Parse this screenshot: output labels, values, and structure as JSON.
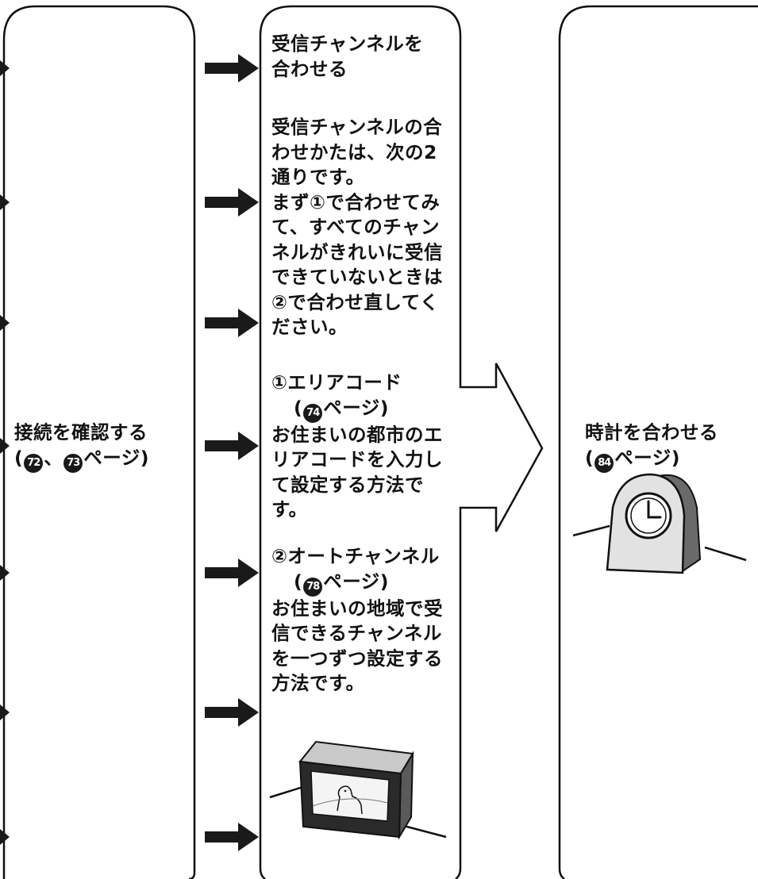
{
  "left_box": {
    "line1": "接続を確認する",
    "line2_open": "(",
    "page_a": "72",
    "line2_sep": "、",
    "page_b": "73",
    "line2_close": "ページ)"
  },
  "middle_box": {
    "title_lines": [
      "受信チャンネルを",
      "合わせる"
    ],
    "intro_lines": [
      "受信チャンネルの合",
      "わせかたは、次の2",
      "通りです。",
      "まず①で合わせてみ",
      "て、すべてのチャン",
      "ネルがきれいに受信",
      "できていないときは",
      "②で合わせ直してく",
      "ださい。"
    ],
    "option1": {
      "heading": "①エリアコード",
      "ref_open": "(",
      "page": "74",
      "ref_close": "ページ)",
      "lines": [
        "お住まいの都市のエ",
        "リアコードを入力し",
        "て設定する方法で",
        "す。"
      ]
    },
    "option2": {
      "heading": "②オートチャンネル",
      "ref_open": "(",
      "page": "78",
      "ref_close": "ページ)",
      "lines": [
        "お住まいの地域で受",
        "信できるチャンネル",
        "を一つずつ設定する",
        "方法です。"
      ]
    }
  },
  "right_box": {
    "line1": "時計を合わせる",
    "line2_open": "(",
    "page": "84",
    "line2_close": "ページ)"
  },
  "colors": {
    "ink": "#111111",
    "arrow": "#1a1a1a",
    "paper": "#ffffff"
  },
  "illustrations": [
    "tv-illustration",
    "clock-illustration"
  ]
}
